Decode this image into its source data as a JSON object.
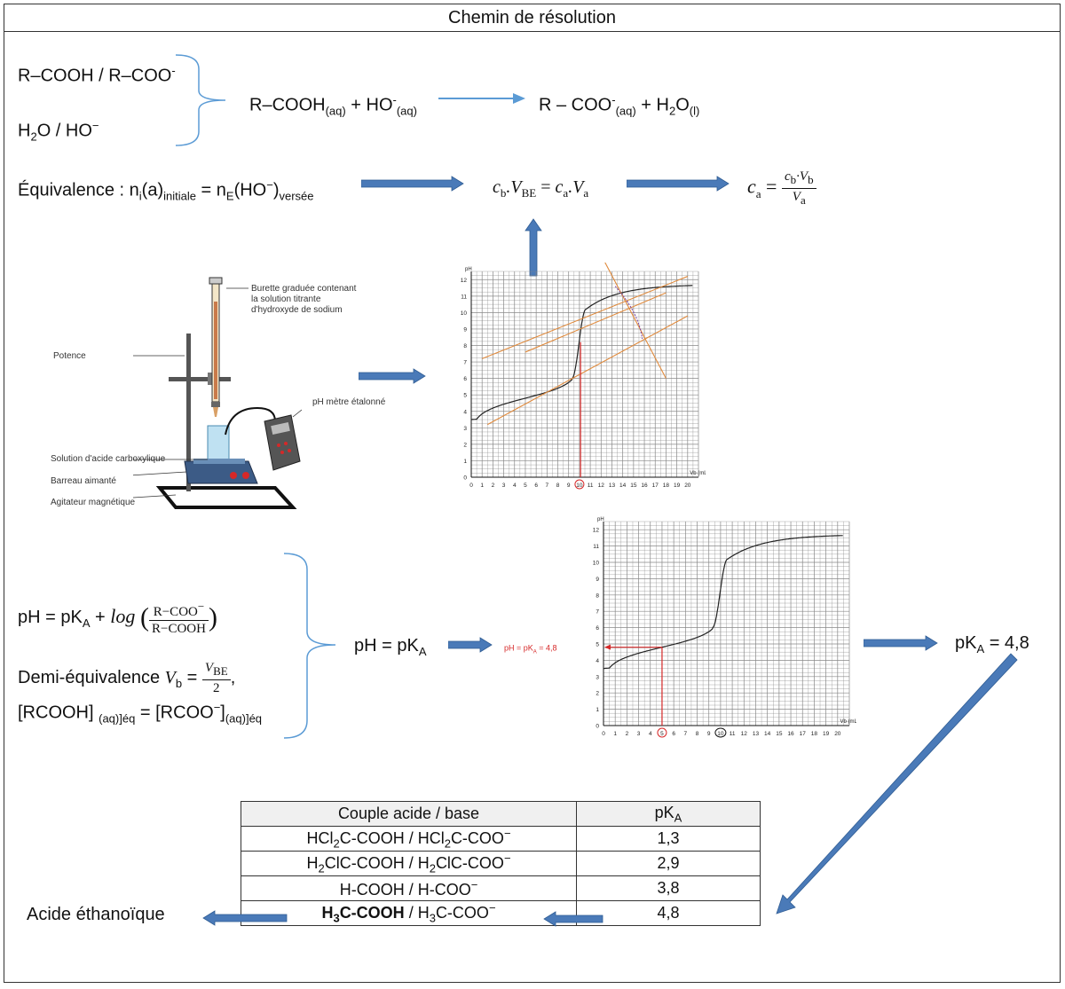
{
  "title": "Chemin de résolution",
  "row1": {
    "couple_acid": "R–COOH / R–COO",
    "couple_acid_sup": "-",
    "couple_water": "H",
    "couple_water_sub": "2",
    "couple_water_end": "O / HO",
    "couple_water_sup": "−",
    "reaction_left": "R–COOH",
    "reaction_left_sub": "(aq)",
    "reaction_plus": " + HO",
    "reaction_plus_sup": "-",
    "reaction_plus_sub": "(aq)",
    "reaction_right": "R – COO",
    "reaction_right_sup": "-",
    "reaction_right_sub": "(aq)",
    "reaction_right_end": " + H",
    "reaction_right_sub2": "2",
    "reaction_right_end2": "O",
    "reaction_right_sub3": "(l)"
  },
  "row2": {
    "equiv_label": "Équivalence : n",
    "equiv_sub1": "i",
    "equiv_mid": "(a)",
    "equiv_sub2": "initiale",
    "equiv_eq": " = n",
    "equiv_sub3": "E",
    "equiv_ho": "(HO",
    "equiv_ho_sup": "−",
    "equiv_close": ")",
    "equiv_sub4": "versée",
    "rel_cb": "c",
    "rel_cb_sub": "b",
    "rel_vbe": ".V",
    "rel_vbe_sub": "BE",
    "rel_eq": " = ",
    "rel_ca": "c",
    "rel_ca_sub": "a",
    "rel_va": ".V",
    "rel_va_sub": "a",
    "ca_lhs": "c",
    "ca_lhs_sub": "a",
    "ca_eq": " = ",
    "ca_num": "c",
    "ca_num_sub1": "b",
    "ca_num_dot": "·V",
    "ca_num_sub2": "b",
    "ca_den": "V",
    "ca_den_sub": "a"
  },
  "apparatus": {
    "burette": "Burette graduée contenant",
    "burette2": "la solution titrante",
    "burette3": "d'hydroxyde de sodium",
    "potence": "Potence",
    "phmetre": "pH mètre étalonné",
    "solution": "Solution d'acide carboxylique",
    "barreau": "Barreau aimanté",
    "agitateur": "Agitateur magnétique"
  },
  "graph1": {
    "ylabel": "pH",
    "xlabel": "V",
    "xlabel_sub": "b",
    "xlabel_unit": " (mL)",
    "circled_tick": "10"
  },
  "graph2": {
    "ylabel": "pH",
    "xlabel": "V",
    "xlabel_sub": "b",
    "xlabel_unit": " (mL)",
    "annotation": "pH = pK",
    "annotation_sub": "A",
    "annotation_val": " = 4,8",
    "circled_tick_red": "5",
    "circled_tick_black": "10"
  },
  "row3": {
    "henderson_lhs": "pH = pK",
    "henderson_sub": "A",
    "henderson_plus": " + ",
    "henderson_log": "log",
    "henderson_num": "R−COO",
    "henderson_num_sup": "−",
    "henderson_den": "R−COOH",
    "demi_label": "Demi-équivalence ",
    "demi_v": "V",
    "demi_v_sub": "b",
    "demi_eq": " = ",
    "demi_num": "V",
    "demi_num_sub": "BE",
    "demi_den": "2",
    "demi_comma": ",",
    "conc_left": "[RCOOH] ",
    "conc_left_sub": "(aq)]éq",
    "conc_eq": " = [RCOO",
    "conc_sup": "−",
    "conc_close": "]",
    "conc_sub": "(aq)]éq",
    "mid_eq": "pH = pK",
    "mid_sub": "A",
    "result": "pK",
    "result_sub": "A",
    "result_val": " = 4,8"
  },
  "table": {
    "header_couple": "Couple acide / base",
    "header_pk": "pK",
    "header_pk_sub": "A",
    "rows": [
      {
        "a1": "HCl",
        "a1s": "2",
        "a2": "C-COOH / HCl",
        "a2s": "2",
        "a3": "C-COO",
        "a3p": "−",
        "pk": "1,3"
      },
      {
        "a1": "H",
        "a1s": "2",
        "a2": "ClC-COOH / H",
        "a2s": "2",
        "a3": "ClC-COO",
        "a3p": "−",
        "pk": "2,9"
      },
      {
        "a1": "H-COOH / H-COO",
        "a1s": "",
        "a2": "",
        "a2s": "",
        "a3": "",
        "a3p": "−",
        "pk": "3,8"
      },
      {
        "b1": "H",
        "b1s": "3",
        "b2": "C-COOH",
        "a2": " / H",
        "a2s": "3",
        "a3": "C-COO",
        "a3p": "−",
        "pk": "4,8"
      }
    ]
  },
  "final": "Acide éthanoïque",
  "colors": {
    "arrow_fill": "#4a7ab8",
    "arrow_line": "#5b9bd5",
    "brace": "#5b9bd5",
    "orange": "#e08a3c",
    "red": "#d62828",
    "purple": "#7b3fa0"
  }
}
